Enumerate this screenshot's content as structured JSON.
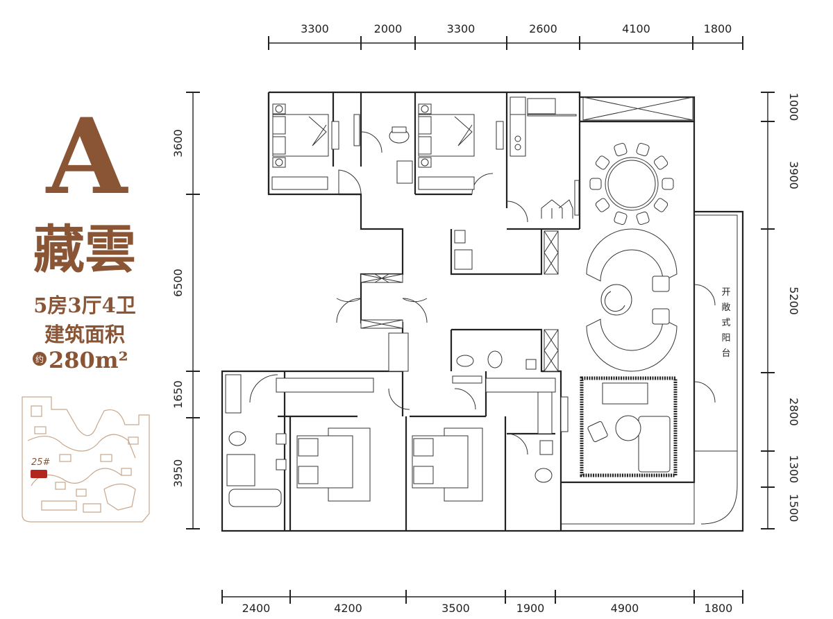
{
  "type_letter": "A",
  "project_name": "藏雲",
  "layout": "5房3厅4卫",
  "area_label": "建筑面积",
  "area_prefix": "约",
  "area_value": "280m²",
  "site_plan_building": "25#",
  "balcony_label": "开敞式阳台",
  "colors": {
    "brand": "#8a5535",
    "highlight": "#b3261e",
    "site_line": "#c8a68a"
  },
  "dimensions": {
    "top": [
      "3300",
      "2000",
      "3300",
      "2600",
      "4100",
      "1800"
    ],
    "bottom": [
      "2400",
      "4200",
      "3500",
      "1900",
      "4900",
      "1800"
    ],
    "left": [
      "3600",
      "6500",
      "1650",
      "3950"
    ],
    "right": [
      "1000",
      "3900",
      "5200",
      "2800",
      "1300",
      "1500"
    ]
  }
}
